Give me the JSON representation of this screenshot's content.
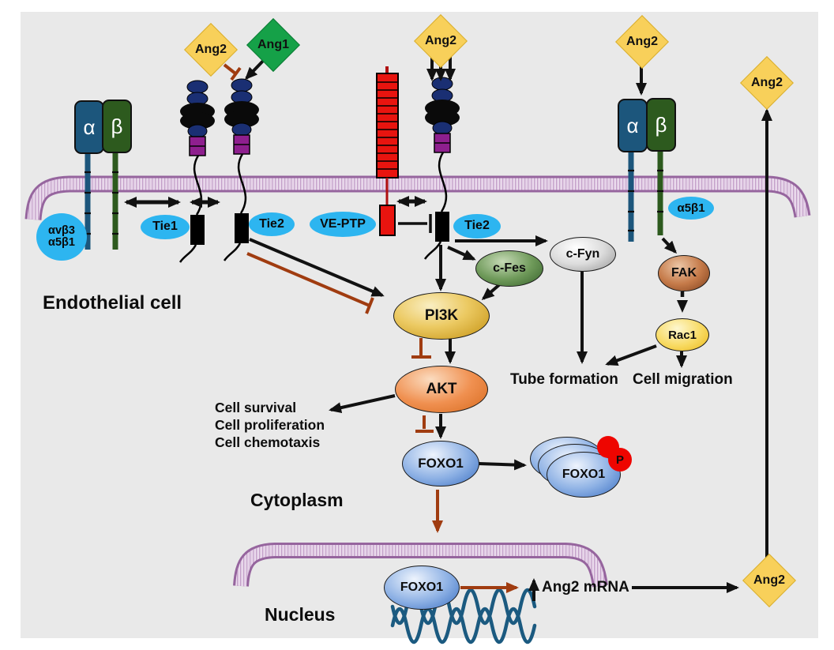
{
  "colors": {
    "panel_bg": "#e9e9e9",
    "ligand_yellow": "#f8d05a",
    "ligand_green": "#15a148",
    "bubble_cyan": "#2db5f0",
    "arrow_black": "#111111",
    "inhibition_brown": "#a03c10",
    "membrane_purple": "#96659e",
    "ve_ptp_red": "#e8140f",
    "phospho_red": "#ee0500",
    "integrin_alpha_blue": "#1c567c",
    "integrin_beta_green": "#2d5a1e"
  },
  "ligands": {
    "ang2_tie_left": "Ang2",
    "ang1": "Ang1",
    "ang2_tie_center": "Ang2",
    "ang2_integrin": "Ang2",
    "ang2_secreted_top": "Ang2",
    "ang2_secreted_bottom": "Ang2"
  },
  "membrane_labels": {
    "integrin_left_line1": "αvβ3",
    "integrin_left_line2": "α5β1",
    "tie1": "Tie1",
    "tie2_left": "Tie2",
    "ve_ptp": "VE-PTP",
    "tie2_center": "Tie2",
    "integrin_right": "α5β1"
  },
  "integrins": {
    "alpha": "α",
    "beta": "β"
  },
  "proteins": {
    "c_fes": "c-Fes",
    "c_fyn": "c-Fyn",
    "pi3k": "PI3K",
    "akt": "AKT",
    "foxo1_cytoplasm": "FOXO1",
    "foxo1_phospho": "FOXO1",
    "phospho_tag": "P",
    "fak": "FAK",
    "rac1": "Rac1",
    "foxo1_nucleus": "FOXO1"
  },
  "compartments": {
    "endothelial_cell": "Endothelial cell",
    "cytoplasm": "Cytoplasm",
    "nucleus": "Nucleus"
  },
  "outcomes": {
    "akt_list": [
      "Cell survival",
      "Cell proliferation",
      "Cell chemotaxis"
    ],
    "tube_formation": "Tube formation",
    "cell_migration": "Cell migration",
    "ang2_mrna": "Ang2 mRNA"
  }
}
